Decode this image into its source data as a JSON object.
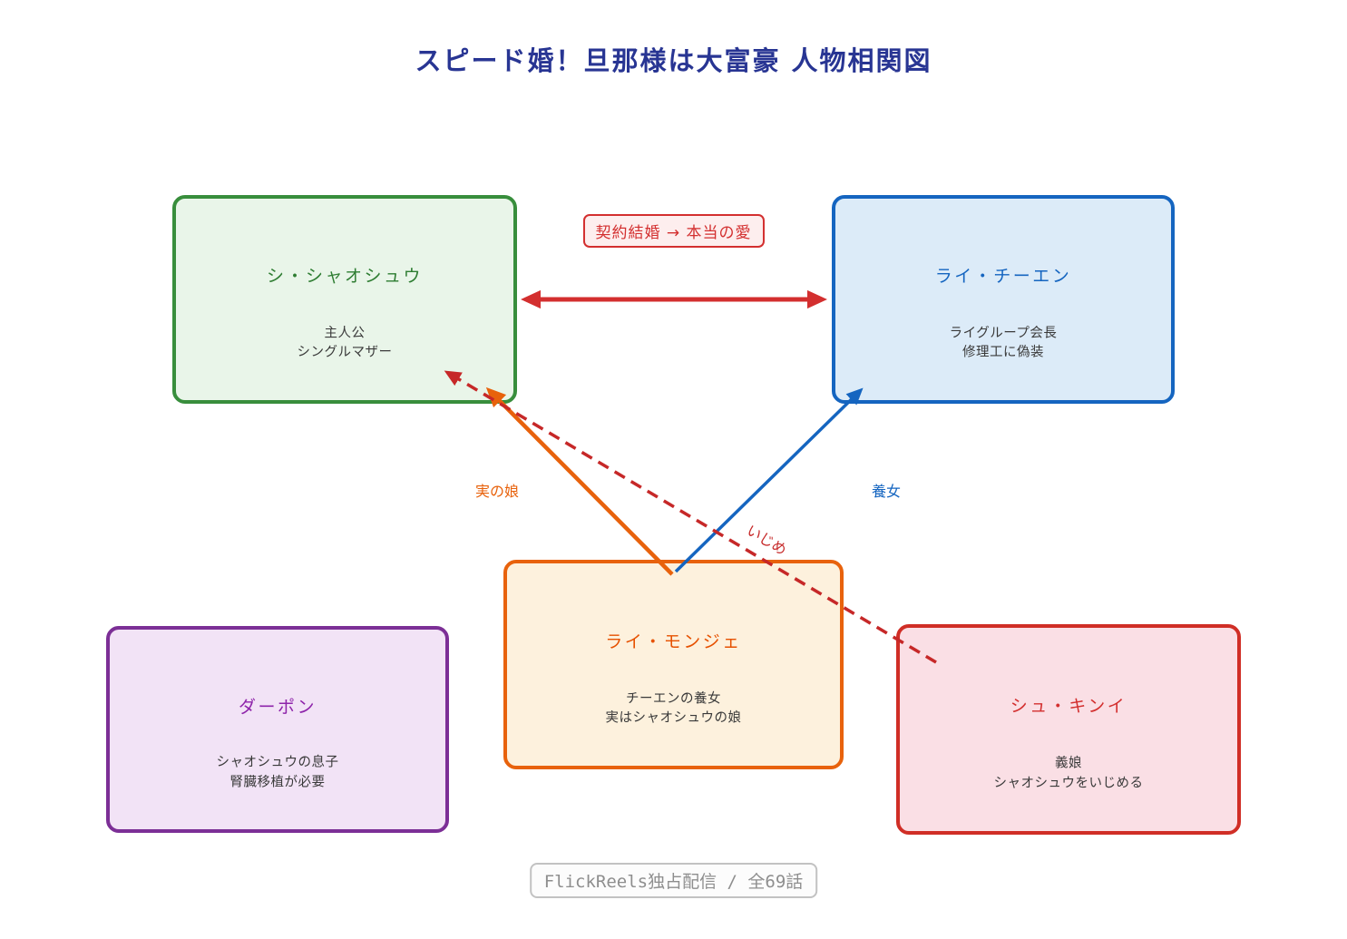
{
  "title": "スピード婚！旦那様は大富豪 人物相関図",
  "characters": {
    "shaoshu": {
      "name": "シ・シャオシュウ",
      "lines": [
        "主人公",
        "シングルマザー"
      ]
    },
    "chien": {
      "name": "ライ・チーエン",
      "lines": [
        "ライグループ会長",
        "修理工に偽装"
      ]
    },
    "monje": {
      "name": "ライ・モンジェ",
      "lines": [
        "チーエンの養女",
        "実はシャオシュウの娘"
      ]
    },
    "dapon": {
      "name": "ダーポン",
      "lines": [
        "シャオシュウの息子",
        "腎臓移植が必要"
      ]
    },
    "shukini": {
      "name": "シュ・キンイ",
      "lines": [
        "義娘",
        "シャオシュウをいじめる"
      ]
    }
  },
  "relations": {
    "marriage": "契約結婚 → 本当の愛",
    "real_daughter": "実の娘",
    "adopted_daughter": "養女",
    "bullying": "いじめ"
  },
  "footer": "FlickReels独占配信 / 全69話",
  "colors": {
    "title": "#283593",
    "green_accent": "#388e3c",
    "blue_accent": "#1565c0",
    "orange_accent": "#e8620c",
    "purple_accent": "#8e24aa",
    "red_accent": "#d32f2f",
    "dashed_red": "#c62828",
    "footer_gray": "#8e8e8e"
  }
}
